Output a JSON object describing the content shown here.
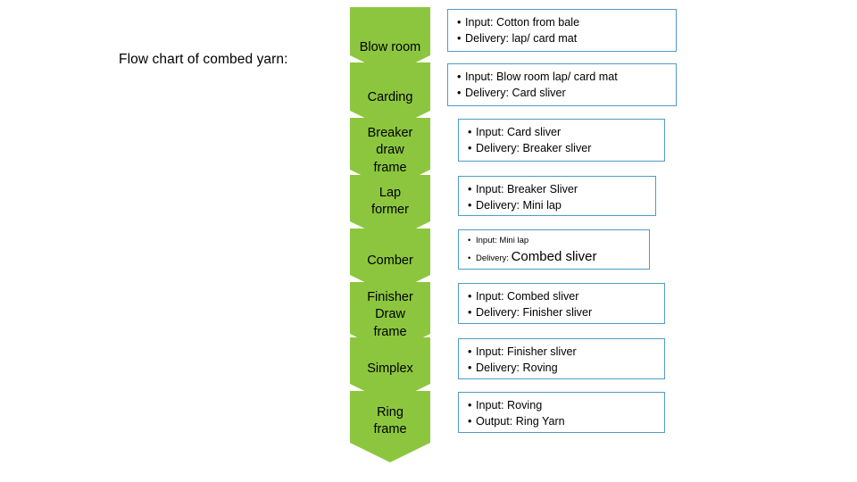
{
  "title": "Flow chart of combed yarn:",
  "colors": {
    "process_fill": "#8cc63e",
    "note_border": "#4f9cc4",
    "text": "#000000",
    "background": "#ffffff"
  },
  "steps": [
    {
      "name": "blow-room",
      "label": "Blow room",
      "label_lines": [
        "Blow room"
      ],
      "note": {
        "lines": [
          {
            "text": "Input: Cotton from bale",
            "size": "normal"
          },
          {
            "text": "Delivery: lap/ card mat",
            "size": "normal"
          }
        ]
      }
    },
    {
      "name": "carding",
      "label": "Carding",
      "label_lines": [
        "Carding"
      ],
      "note": {
        "lines": [
          {
            "text": "Input: Blow room lap/ card mat",
            "size": "normal"
          },
          {
            "text": "Delivery: Card sliver",
            "size": "normal"
          }
        ]
      }
    },
    {
      "name": "breaker-draw-frame",
      "label": "Breaker draw frame",
      "label_lines": [
        "Breaker",
        "draw",
        "frame"
      ],
      "note": {
        "lines": [
          {
            "text": "Input: Card sliver",
            "size": "normal"
          },
          {
            "text": "Delivery: Breaker sliver",
            "size": "normal"
          }
        ]
      }
    },
    {
      "name": "lap-former",
      "label": "Lap former",
      "label_lines": [
        "Lap",
        "former"
      ],
      "note": {
        "lines": [
          {
            "text": "Input: Breaker Sliver",
            "size": "normal"
          },
          {
            "text": "Delivery: Mini lap",
            "size": "normal"
          }
        ]
      }
    },
    {
      "name": "comber",
      "label": "Comber",
      "label_lines": [
        "Comber"
      ],
      "note": {
        "lines": [
          {
            "text": "Input: Mini lap",
            "size": "small"
          },
          {
            "text": "Delivery: ",
            "emphasis": "Combed sliver",
            "size": "small"
          }
        ]
      }
    },
    {
      "name": "finisher-draw-frame",
      "label": "Finisher Draw frame",
      "label_lines": [
        "Finisher",
        "Draw",
        "frame"
      ],
      "note": {
        "lines": [
          {
            "text": "Input: Combed sliver",
            "size": "normal"
          },
          {
            "text": "Delivery: Finisher sliver",
            "size": "normal"
          }
        ]
      }
    },
    {
      "name": "simplex",
      "label": "Simplex",
      "label_lines": [
        "Simplex"
      ],
      "note": {
        "lines": [
          {
            "text": "Input: Finisher sliver",
            "size": "normal"
          },
          {
            "text": "Delivery: Roving",
            "size": "normal"
          }
        ]
      }
    },
    {
      "name": "ring-frame",
      "label": "Ring frame",
      "label_lines": [
        "Ring",
        "frame"
      ],
      "note": {
        "lines": [
          {
            "text": "Input: Roving",
            "size": "normal"
          },
          {
            "text": "Output: Ring Yarn",
            "size": "normal"
          }
        ]
      }
    }
  ]
}
